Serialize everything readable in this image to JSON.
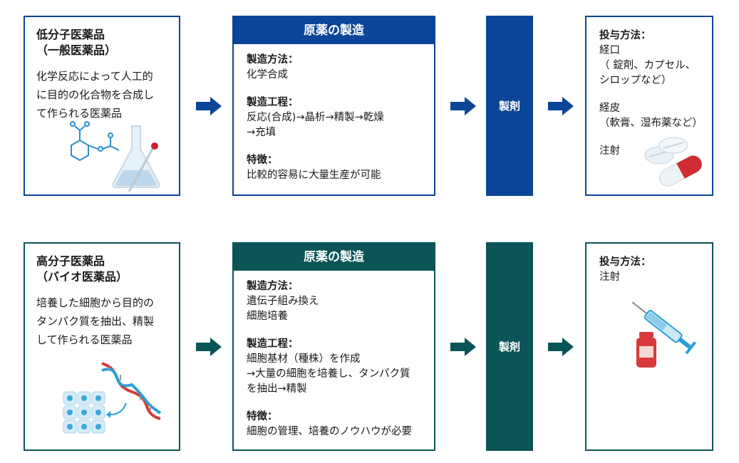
{
  "colors": {
    "blue": "#0b4597",
    "teal": "#0b5558"
  },
  "small_molecule": {
    "title_line1": "低分子医薬品",
    "title_line2": "（一般医薬品）",
    "description_lines": [
      "化学反応によって人工的",
      "に目的の化合物を合成し",
      "て作られる医薬品"
    ],
    "illustration": "flask-and-molecule-icon",
    "process": {
      "header": "原薬の製造",
      "method_label": "製造方法：",
      "method_lines": [
        "化学合成"
      ],
      "steps_label": "製造工程：",
      "steps_lines": [
        "反応(合成)→晶析→精製→乾燥",
        "→充填"
      ],
      "features_label": "特徴：",
      "features_lines": [
        "比較的容易に大量生産が可能"
      ]
    },
    "formulation": "製剤",
    "administration": {
      "label": "投与方法：",
      "oral_title": "経口",
      "oral_lines": [
        "（ 錠剤、カプセル、",
        "シロップなど）"
      ],
      "transdermal_title": "経皮",
      "transdermal_lines": [
        "（軟膏、湿布薬など）"
      ],
      "injection": "注射",
      "illustration": "pills-icon"
    }
  },
  "biologic": {
    "title_line1": "高分子医薬品",
    "title_line2": "（バイオ医薬品）",
    "description_lines": [
      "培養した細胞から目的の",
      "タンパク質を抽出、精製",
      "して作られる医薬品"
    ],
    "illustration": "dna-and-cells-icon",
    "process": {
      "header": "原薬の製造",
      "method_label": "製造方法：",
      "method_lines": [
        "遺伝子組み換え",
        "細胞培養"
      ],
      "steps_label": "製造工程：",
      "steps_lines": [
        "細胞基材（種株）を作成",
        "→大量の細胞を培養し、タンパク質",
        "を抽出→精製"
      ],
      "features_label": "特徴：",
      "features_lines": [
        "細胞の管理、培養のノウハウが必要"
      ]
    },
    "formulation": "製剤",
    "administration": {
      "label": "投与方法：",
      "injection": "注射",
      "illustration": "syringe-and-vial-icon"
    }
  }
}
